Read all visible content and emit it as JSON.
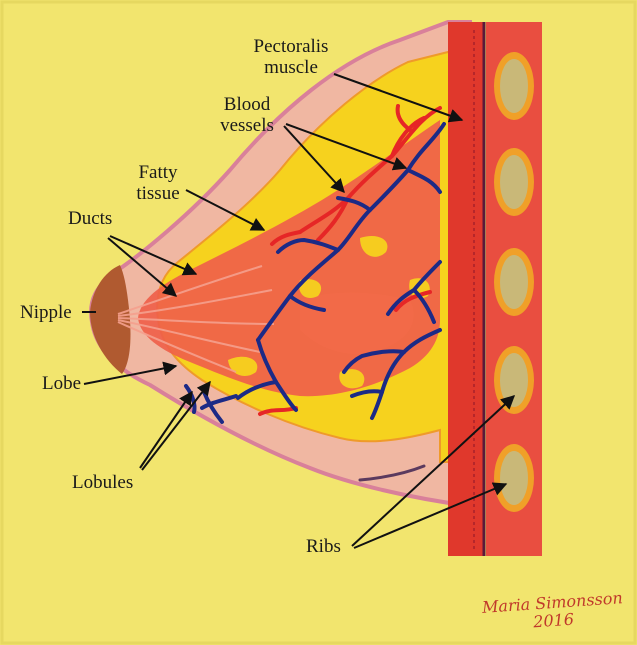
{
  "labels": {
    "pectoralis_line1": "Pectoralis",
    "pectoralis_line2": "muscle",
    "blood_line1": "Blood",
    "blood_line2": "vessels",
    "fatty_line1": "Fatty",
    "fatty_line2": "tissue",
    "ducts": "Ducts",
    "nipple": "Nipple",
    "lobe": "Lobe",
    "lobules": "Lobules",
    "ribs": "Ribs"
  },
  "signature": {
    "name": "Maria Simonsson",
    "year": "2016"
  },
  "colors": {
    "background": "#f2e56e",
    "skin": "#f0b7a2",
    "skin_edge": "#d9809a",
    "fat": "#f6d21e",
    "glandular": "#ef5f4a",
    "muscle": "#e0382c",
    "rib_frame": "#f0a028",
    "rib_fill": "#c9b878",
    "vessel_blue": "#1c2a86",
    "vessel_red": "#e62626",
    "nipple": "#b05a30",
    "arrow": "#111111"
  }
}
